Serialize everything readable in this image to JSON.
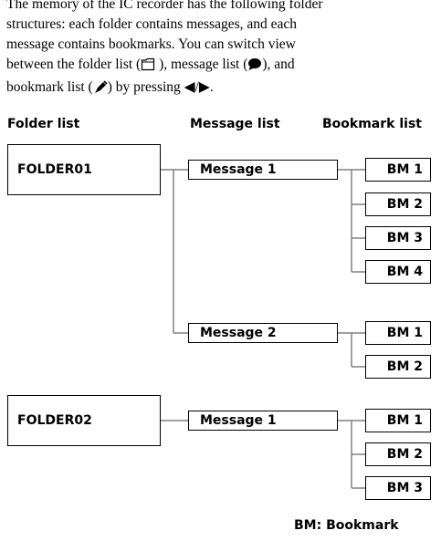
{
  "intro": {
    "line1": "The memory of the IC recorder has the following folder",
    "line2": "structures:  each folder contains messages, and each",
    "line3": "message contains bookmarks.  You can switch view",
    "line4_a": "between the folder list (",
    "line4_b": " ), message list (",
    "line4_c": "), and",
    "line5_a": "bookmark list (",
    "line5_b": ") by pressing ",
    "line5_c": "◀/▶",
    "line5_d": "."
  },
  "icons": [
    "folder-icon",
    "speech-bubble-icon",
    "bookmark-pen-icon"
  ],
  "headers": {
    "folder": "Folder list",
    "message": "Message list",
    "bookmark": "Bookmark list"
  },
  "folders": [
    {
      "label": "FOLDER01",
      "messages": [
        {
          "label": "Message 1",
          "bookmarks": [
            "BM 1",
            "BM 2",
            "BM 3",
            "BM 4"
          ]
        },
        {
          "label": "Message 2",
          "bookmarks": [
            "BM 1",
            "BM 2"
          ]
        }
      ]
    },
    {
      "label": "FOLDER02",
      "messages": [
        {
          "label": "Message 1",
          "bookmarks": [
            "BM 1",
            "BM 2",
            "BM 3"
          ]
        }
      ]
    }
  ],
  "legend": "BM: Bookmark",
  "colors": {
    "text": "#000000",
    "connector": "#808080",
    "background": "#ffffff"
  }
}
